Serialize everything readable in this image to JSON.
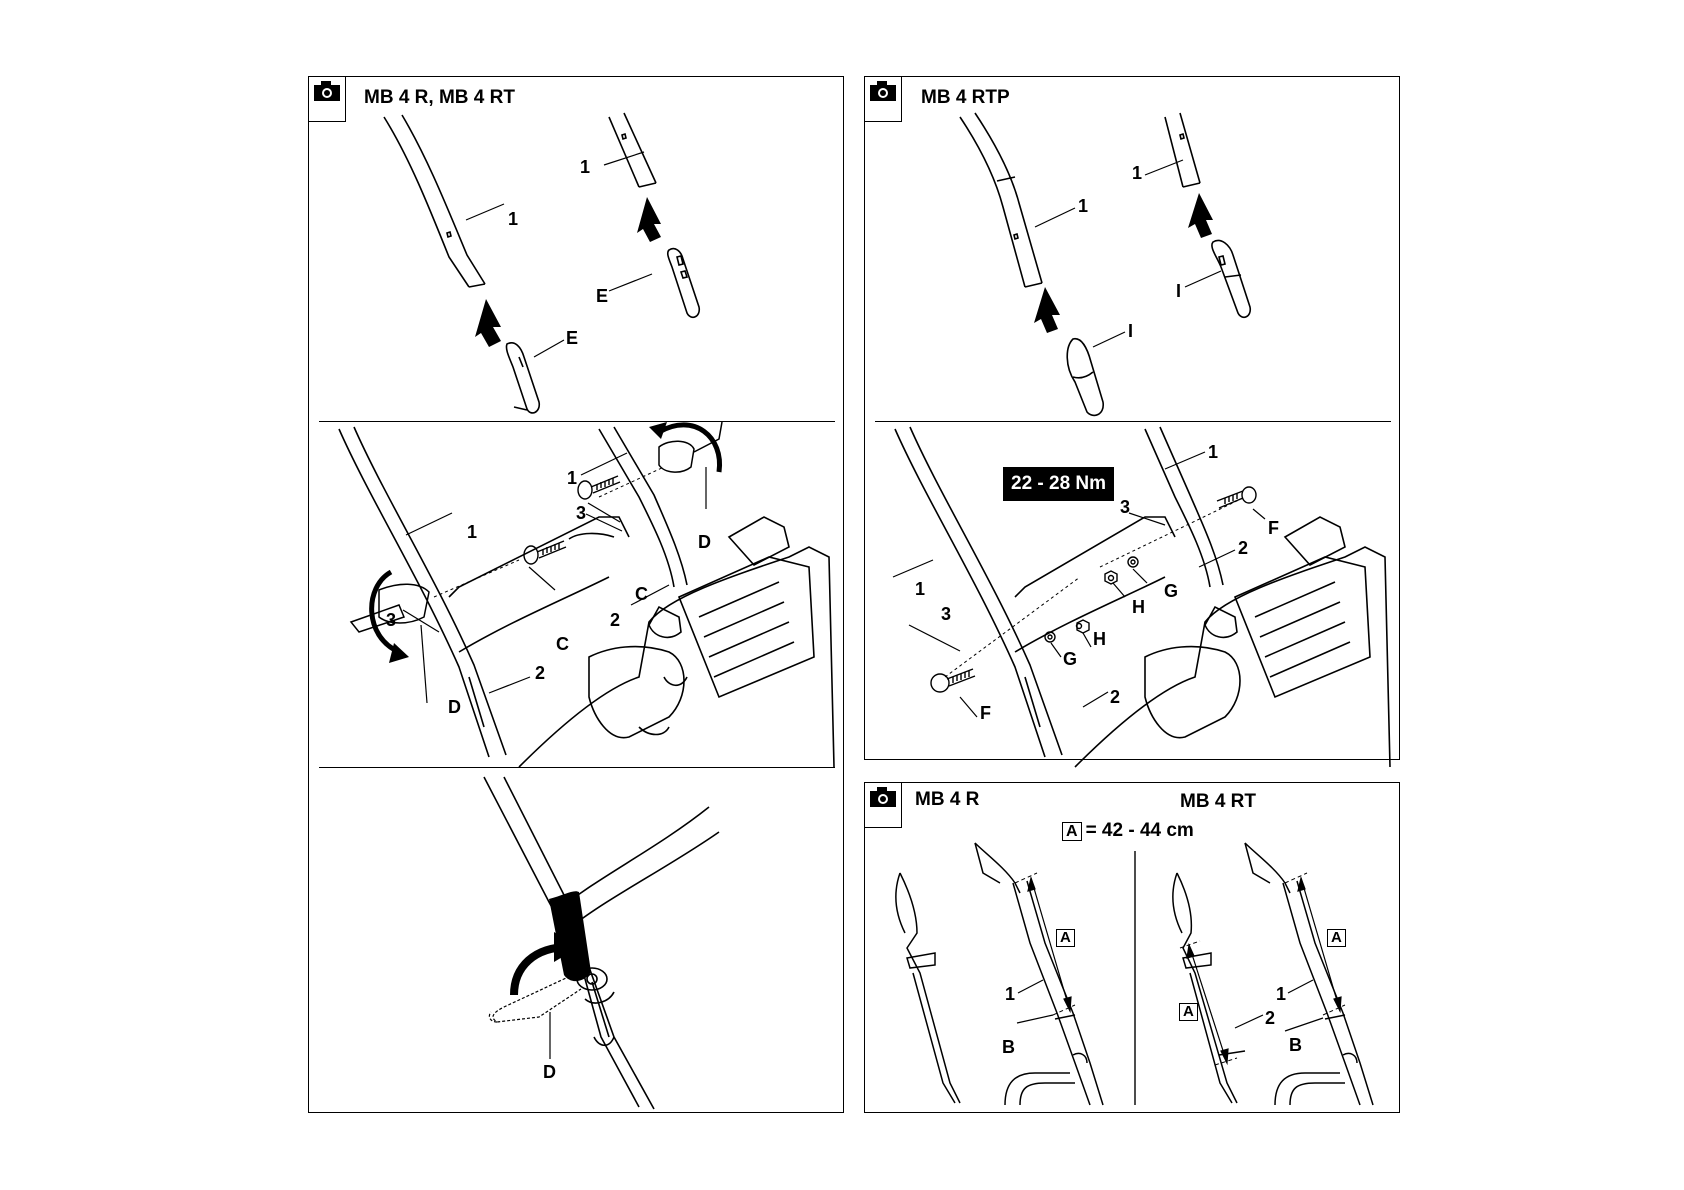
{
  "panels": {
    "left": {
      "title": "MB 4 R, MB 4 RT",
      "step1_labels": {
        "handle_a": "1",
        "handle_b": "1",
        "grip_a": "E",
        "grip_b": "E"
      },
      "step2_labels": {
        "tube_right": "1",
        "tube_left": "1",
        "hole_right": "3",
        "hole_left": "3",
        "bolt_upper": "C",
        "bolt_lower": "C",
        "knob_right": "D",
        "knob_left": "D",
        "frame_right": "2",
        "frame_left": "2"
      },
      "step3_labels": {
        "lever": "D"
      }
    },
    "right_top": {
      "title": "MB 4 RTP",
      "torque": "22 - 28 Nm",
      "step1_labels": {
        "handle_a": "1",
        "handle_b": "1",
        "grip_a": "I",
        "grip_b": "I"
      },
      "step2_labels": {
        "tube_right": "1",
        "tube_left": "1",
        "hole_right": "3",
        "hole_left": "3",
        "bolt_right": "F",
        "bolt_left": "F",
        "washer_right": "G",
        "washer_left": "G",
        "nut_right": "H",
        "nut_left": "H",
        "frame_right": "2",
        "frame_left": "2"
      }
    },
    "right_bottom": {
      "title_left": "MB 4 R",
      "title_right": "MB 4 RT",
      "dimension": {
        "symbol": "A",
        "text": "= 42 - 44 cm"
      },
      "left_labels": {
        "dim": "A",
        "tube": "1",
        "clip": "B"
      },
      "right_labels": {
        "dim_outer": "A",
        "dim_inner": "A",
        "tube": "1",
        "tube2": "2",
        "clip": "B"
      }
    }
  },
  "icons": [
    "camera-icon",
    "arrow-up-icon",
    "rotate-arrow-icon"
  ]
}
